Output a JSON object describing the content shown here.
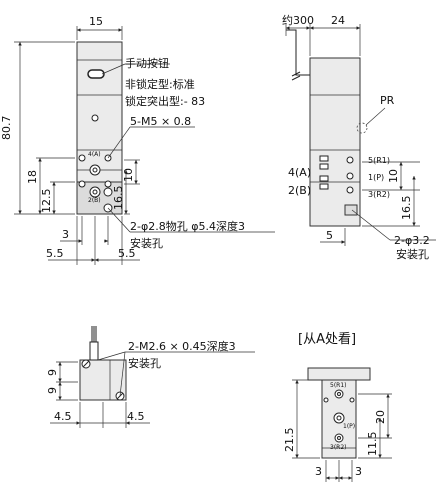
{
  "front_view": {
    "dim_width": "15",
    "dim_height": "80.7",
    "dim_18": "18",
    "dim_12_5": "12.5",
    "dim_10": "10",
    "dim_16_5": "16.5",
    "dim_3": "3",
    "dim_5_5_left": "5.5",
    "dim_5_5_right": "5.5",
    "port_4a": "4(A)",
    "port_2b": "2(B)",
    "manual_button": "手动按钮",
    "non_lock_type": "非锁定型:标准",
    "lock_type": "锁定突出型:- 83",
    "thread_label": "5-M5 × 0.8",
    "mount_hole_spec": "2-φ2.8物孔 φ5.4深度3",
    "mount_hole": "安装孔"
  },
  "side_view": {
    "dim_approx": "约300",
    "dim_24": "24",
    "pr_label": "PR",
    "port_5": "5(R1)",
    "port_1": "1(P)",
    "port_3": "3(R2)",
    "port_4a": "4(A)",
    "port_2b": "2(B)",
    "dim_10": "10",
    "dim_16_5": "16.5",
    "dim_5": "5",
    "hole_spec": "2-φ3.2",
    "mount_hole": "安装孔"
  },
  "bottom_view": {
    "dim_9_top": "9",
    "dim_9_bottom": "9",
    "dim_4_5_left": "4.5",
    "dim_4_5_right": "4.5",
    "hole_spec": "2-M2.6 × 0.45深度3",
    "mount_hole": "安装孔"
  },
  "view_a": {
    "title": "[从A处看]",
    "port_5": "5(R1)",
    "port_1": "1(P)",
    "port_3": "3(R2)",
    "dim_21_5": "21.5",
    "dim_20": "20",
    "dim_11_5": "11.5",
    "dim_3_left": "3",
    "dim_3_right": "3"
  }
}
